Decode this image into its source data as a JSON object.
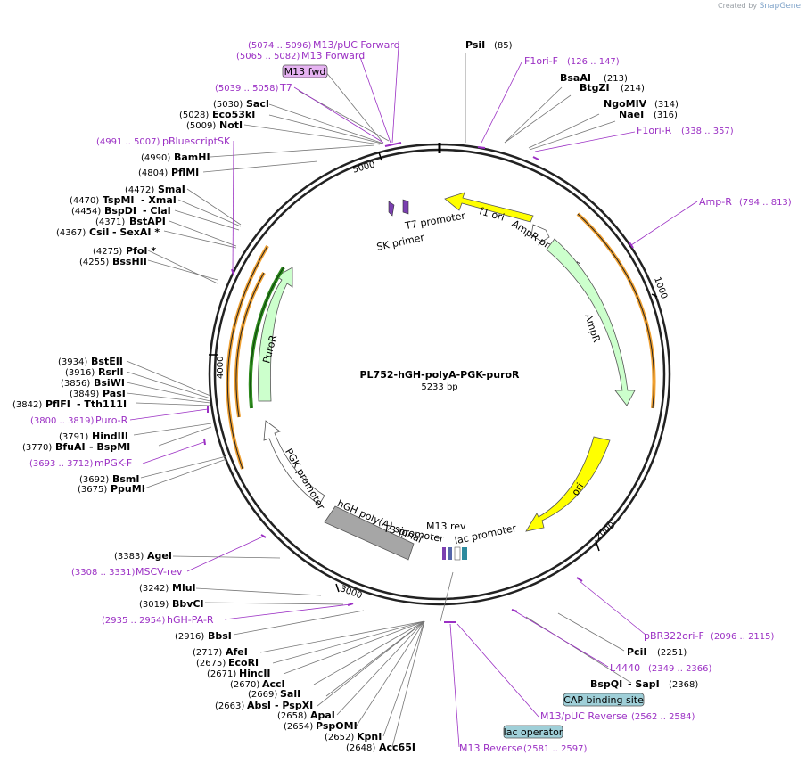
{
  "credit": {
    "prefix": "Created by",
    "brand": "SnapGene"
  },
  "plasmid": {
    "name": "PL752-hGH-polyA-PGK-puroR",
    "size": "5233 bp"
  },
  "ticks": [
    "1000",
    "2000",
    "3000",
    "4000",
    "5000"
  ],
  "enzymes": [
    {
      "name": "PsiI",
      "pos": "(85)"
    },
    {
      "name": "BsaAI",
      "pos": "(213)"
    },
    {
      "name": "BtgZI",
      "pos": "(214)"
    },
    {
      "name": "NgoMIV",
      "pos": "(314)"
    },
    {
      "name": "NaeI",
      "pos": "(316)"
    },
    {
      "name": "PciI",
      "pos": "(2251)"
    },
    {
      "name": "BspQI",
      "pos": "(2368)"
    },
    {
      "name": "SapI",
      "pos": ""
    },
    {
      "name": "Acc65I",
      "pos": "(2648)"
    },
    {
      "name": "KpnI",
      "pos": "(2652)"
    },
    {
      "name": "PspOMI",
      "pos": "(2654)"
    },
    {
      "name": "ApaI",
      "pos": "(2658)"
    },
    {
      "name": "AbsI",
      "pos": "(2663)"
    },
    {
      "name": "PspXI",
      "pos": ""
    },
    {
      "name": "SalI",
      "pos": "(2669)"
    },
    {
      "name": "AccI",
      "pos": "(2670)"
    },
    {
      "name": "HincII",
      "pos": "(2671)"
    },
    {
      "name": "EcoRI",
      "pos": "(2675)"
    },
    {
      "name": "AfeI",
      "pos": "(2717)"
    },
    {
      "name": "BbsI",
      "pos": "(2916)"
    },
    {
      "name": "BbvCI",
      "pos": "(3019)"
    },
    {
      "name": "MluI",
      "pos": "(3242)"
    },
    {
      "name": "AgeI",
      "pos": "(3383)"
    },
    {
      "name": "PpuMI",
      "pos": "(3675)"
    },
    {
      "name": "BsmI",
      "pos": "(3692)"
    },
    {
      "name": "BfuAI",
      "pos": "(3770)"
    },
    {
      "name": "BspMI",
      "pos": ""
    },
    {
      "name": "HindIII",
      "pos": "(3791)"
    },
    {
      "name": "PflFI",
      "pos": "(3842)"
    },
    {
      "name": "Tth111I",
      "pos": ""
    },
    {
      "name": "PasI",
      "pos": "(3849)"
    },
    {
      "name": "BsiWI",
      "pos": "(3856)"
    },
    {
      "name": "RsrII",
      "pos": "(3916)"
    },
    {
      "name": "BstEII",
      "pos": "(3934)"
    },
    {
      "name": "BssHII",
      "pos": "(4255)"
    },
    {
      "name": "PfoI *",
      "pos": "(4275)"
    },
    {
      "name": "CsiI",
      "pos": "(4367)"
    },
    {
      "name": "SexAI *",
      "pos": ""
    },
    {
      "name": "BstAPI",
      "pos": "(4371)"
    },
    {
      "name": "BspDI",
      "pos": "(4454)"
    },
    {
      "name": "ClaI",
      "pos": ""
    },
    {
      "name": "TspMI",
      "pos": "(4470)"
    },
    {
      "name": "XmaI",
      "pos": ""
    },
    {
      "name": "SmaI",
      "pos": "(4472)"
    },
    {
      "name": "PflMI",
      "pos": "(4804)"
    },
    {
      "name": "BamHI",
      "pos": "(4990)"
    },
    {
      "name": "NotI",
      "pos": "(5009)"
    },
    {
      "name": "Eco53kI",
      "pos": "(5028)"
    },
    {
      "name": "SacI",
      "pos": "(5030)"
    }
  ],
  "primers": [
    {
      "name": "M13/pUC Forward",
      "range": "(5074 .. 5096)"
    },
    {
      "name": "M13 Forward",
      "range": "(5065 .. 5082)"
    },
    {
      "name": "T7",
      "range": "(5039 .. 5058)"
    },
    {
      "name": "pBluescriptSK",
      "range": "(4991 .. 5007)"
    },
    {
      "name": "F1ori-F",
      "range": "(126 .. 147)"
    },
    {
      "name": "F1ori-R",
      "range": "(338 .. 357)"
    },
    {
      "name": "Amp-R",
      "range": "(794 .. 813)"
    },
    {
      "name": "pBR322ori-F",
      "range": "(2096 .. 2115)"
    },
    {
      "name": "L4440",
      "range": "(2349 .. 2366)"
    },
    {
      "name": "M13/pUC Reverse",
      "range": "(2562 .. 2584)"
    },
    {
      "name": "M13 Reverse",
      "range": "(2581 .. 2597)"
    },
    {
      "name": "hGH-PA-R",
      "range": "(2935 .. 2954)"
    },
    {
      "name": "MSCV-rev",
      "range": "(3308 .. 3331)"
    },
    {
      "name": "mPGK-F",
      "range": "(3693 .. 3712)"
    },
    {
      "name": "Puro-R",
      "range": "(3800 .. 3819)"
    }
  ],
  "boxes": {
    "m13_fwd": "M13 fwd",
    "cap": "CAP binding site",
    "lac_operator": "lac operator"
  },
  "features": {
    "f1_ori": "f1 ori",
    "ampr_promoter": "AmpR promoter",
    "ampr": "AmpR",
    "ori": "ori",
    "lac_promoter": "lac promoter",
    "m13_rev": "M13 rev",
    "t3_promoter": "T3 promoter",
    "hgh": "hGH poly(A) signal",
    "pgk": "PGK promoter",
    "puror": "PuroR",
    "t7_promoter": "T7 promoter",
    "sk_primer": "SK primer"
  },
  "colors": {
    "primer": "#9b30c4",
    "ori": "#ffff00",
    "ampr": "#ccffcc",
    "hgh": "#a6a6a6",
    "orf_arrow": "#f0a030",
    "puro_arrow": "#2e8b1e",
    "box_purple": "#e6b3f2",
    "box_blue": "#9fcfd8"
  }
}
